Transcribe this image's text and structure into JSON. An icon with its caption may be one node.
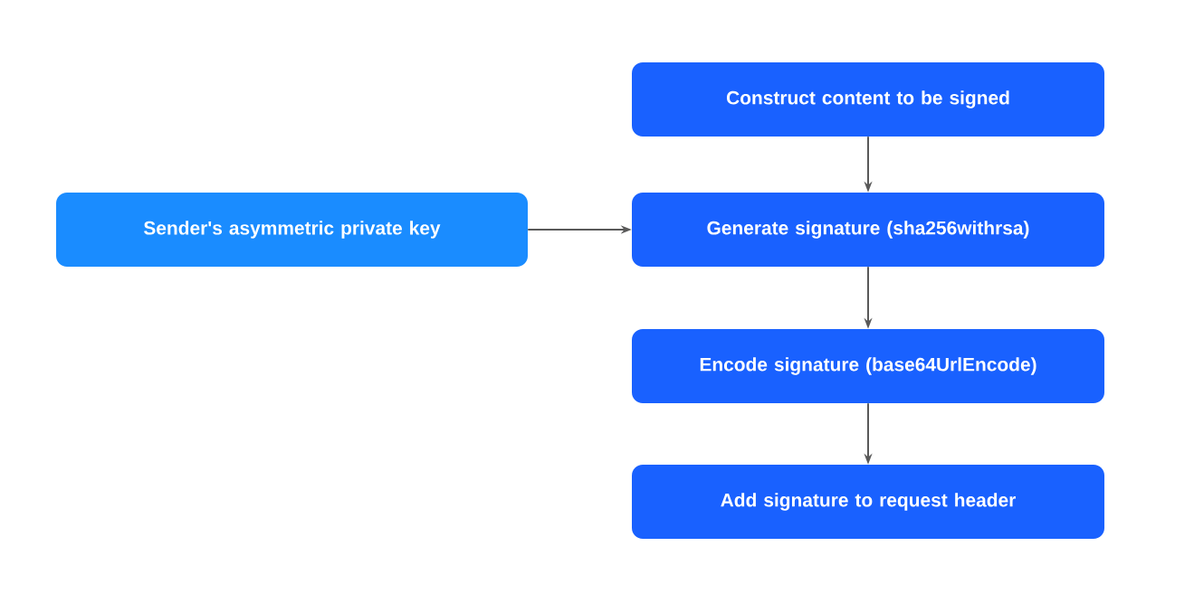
{
  "diagram": {
    "nodes": [
      {
        "text": [
          "Construct content to be signed"
        ]
      },
      {
        "text": [
          "Sender's asymmetric private key"
        ]
      },
      {
        "text": [
          "Generate signature (sha256withrsa)"
        ]
      },
      {
        "text": [
          "Encode signature (base64UrlEncode)"
        ]
      },
      {
        "text": [
          "Add signature to request header"
        ]
      }
    ],
    "edges": [
      {
        "from": 0,
        "to": 2,
        "arrow": "to"
      },
      {
        "from": 1,
        "to": 2,
        "arrow": "to"
      },
      {
        "from": 2,
        "to": 3,
        "arrow": "to"
      },
      {
        "from": 3,
        "to": 4,
        "arrow": "to"
      }
    ]
  }
}
